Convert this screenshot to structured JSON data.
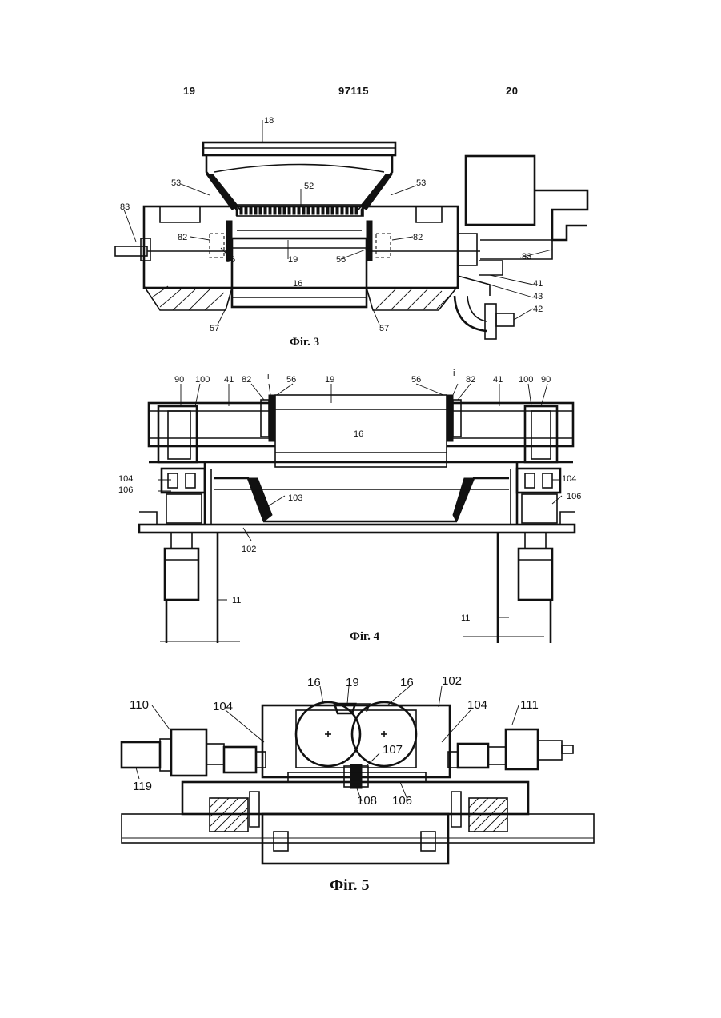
{
  "header": {
    "left_page": "19",
    "patent_number": "97115",
    "right_page": "20"
  },
  "figures": [
    {
      "caption": "Фіг. 3",
      "labels": [
        "18",
        "53",
        "52",
        "53",
        "83",
        "82",
        "82",
        "19",
        "56",
        "56",
        "16",
        "83",
        "41",
        "43",
        "42",
        "57",
        "57"
      ]
    },
    {
      "caption": "Фіг. 4",
      "labels": [
        "90",
        "100",
        "41",
        "82",
        "i",
        "56",
        "19",
        "56",
        "i",
        "82",
        "41",
        "100",
        "90",
        "16",
        "104",
        "106",
        "103",
        "104",
        "106",
        "102",
        "11",
        "11"
      ]
    },
    {
      "caption": "Фіг. 5",
      "labels": [
        "16",
        "19",
        "16",
        "102",
        "110",
        "104",
        "104",
        "111",
        "107",
        "119",
        "108",
        "106"
      ]
    }
  ]
}
